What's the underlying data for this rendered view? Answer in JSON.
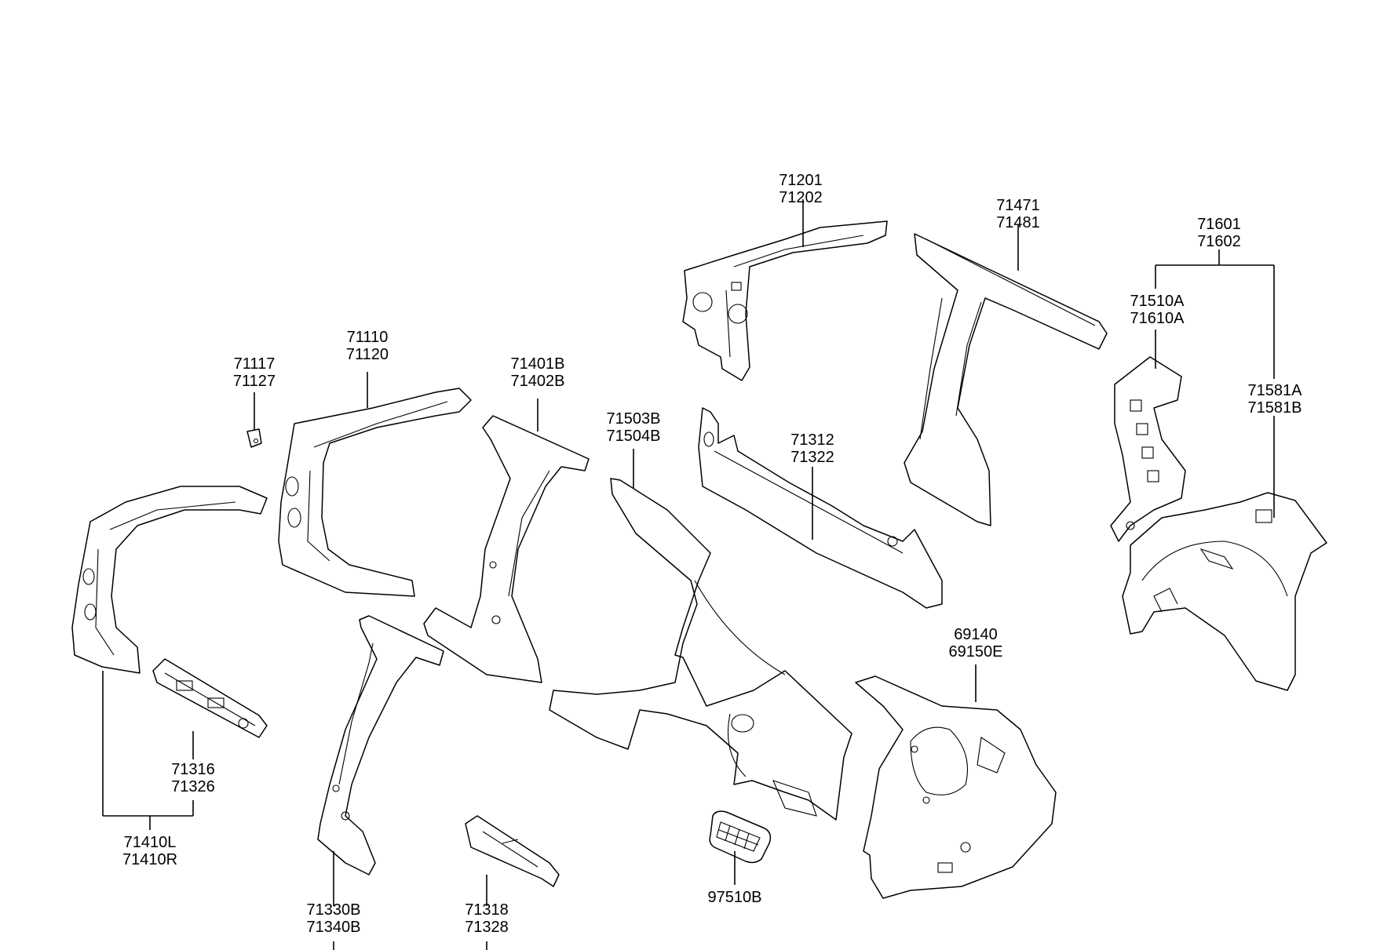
{
  "labels": {
    "p71201": [
      "71201",
      "71202"
    ],
    "p71471": [
      "71471",
      "71481"
    ],
    "p71601": [
      "71601",
      "71602"
    ],
    "p71510": [
      "71510A",
      "71610A"
    ],
    "p71581": [
      "71581A",
      "71581B"
    ],
    "p71117": [
      "71117",
      "71127"
    ],
    "p71110": [
      "71110",
      "71120"
    ],
    "p71401": [
      "71401B",
      "71402B"
    ],
    "p71503": [
      "71503B",
      "71504B"
    ],
    "p71312": [
      "71312",
      "71322"
    ],
    "p69140": [
      "69140",
      "69150E"
    ],
    "p71316": [
      "71316",
      "71326"
    ],
    "p71410": [
      "71410L",
      "71410R"
    ],
    "p71330": [
      "71330B",
      "71340B"
    ],
    "p71318": [
      "71318",
      "71328"
    ],
    "p97510": [
      "97510B"
    ]
  }
}
